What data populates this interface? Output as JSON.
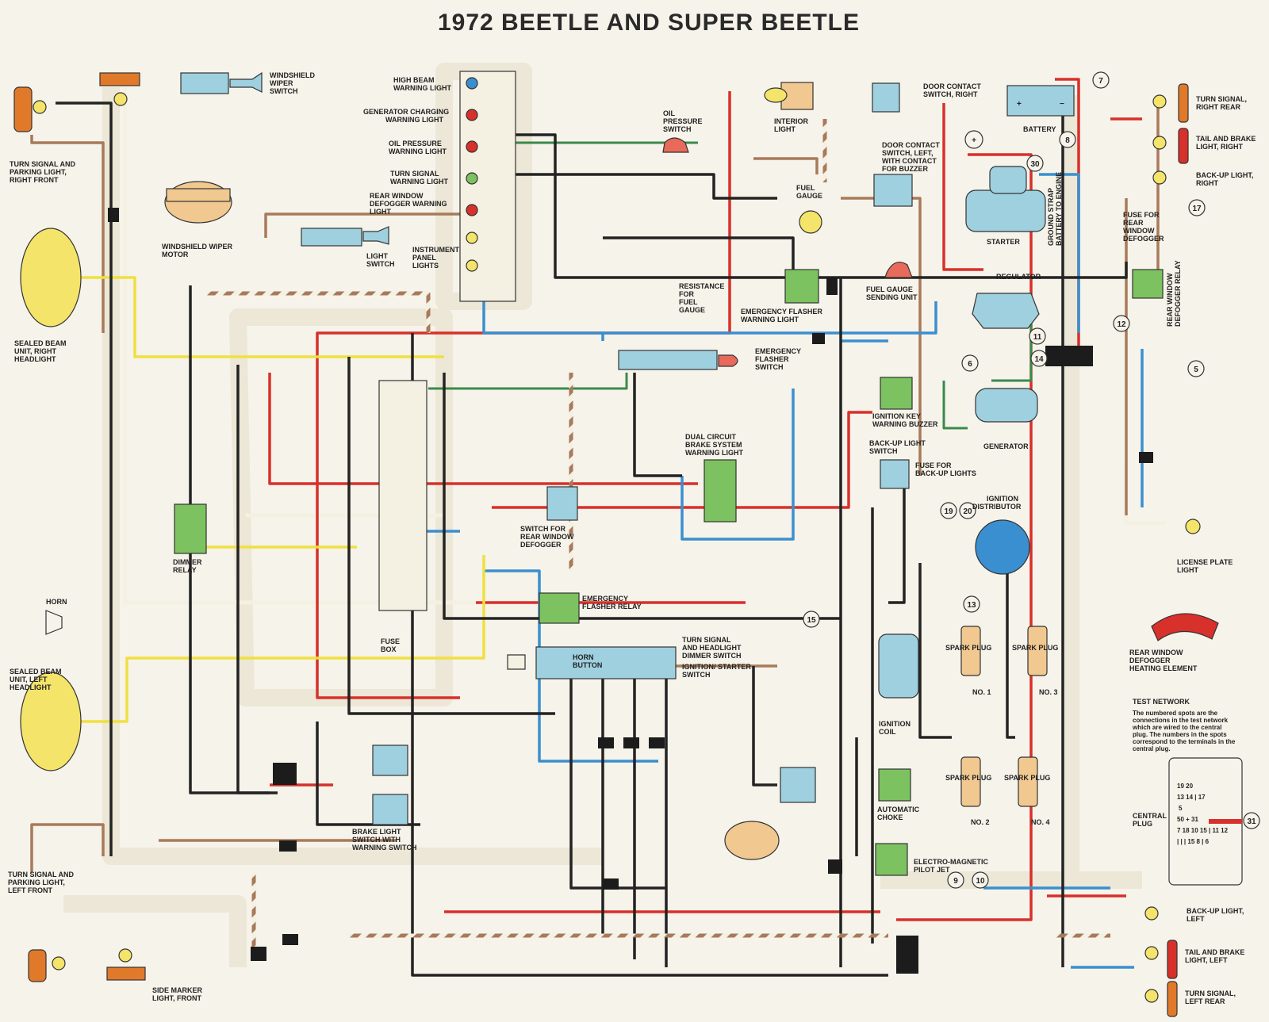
{
  "title": "1972 BEETLE AND SUPER BEETLE",
  "colors": {
    "background": "#f6f3ea",
    "wire_red": "#d8302a",
    "wire_blue": "#3a8fd0",
    "wire_black": "#232323",
    "wire_brown": "#a87a5a",
    "wire_green": "#3a8a4a",
    "wire_yellow": "#f0e040",
    "wire_white": "#f4f0e2",
    "component_blue": "#9fd0e0",
    "component_green": "#7cc260",
    "component_yellow": "#f4e46a",
    "component_tan": "#f0c890"
  },
  "components": [
    {
      "id": "turn-signal-right-front",
      "label": "TURN SIGNAL AND PARKING LIGHT, RIGHT FRONT",
      "lines": [
        "TURN SIGNAL AND",
        "PARKING LIGHT,",
        "RIGHT FRONT"
      ]
    },
    {
      "id": "headlight-right",
      "label": "SEALED BEAM UNIT, RIGHT HEADLIGHT",
      "lines": [
        "SEALED BEAM",
        "UNIT, RIGHT",
        "HEADLIGHT"
      ]
    },
    {
      "id": "windshield-wiper-switch",
      "label": "WINDSHIELD WIPER SWITCH",
      "lines": [
        "WINDSHIELD",
        "WIPER",
        "SWITCH"
      ]
    },
    {
      "id": "windshield-wiper-motor",
      "label": "WINDSHIELD WIPER MOTOR",
      "lines": [
        "WINDSHIELD WIPER",
        "MOTOR"
      ]
    },
    {
      "id": "light-switch",
      "label": "LIGHT SWITCH",
      "lines": [
        "LIGHT",
        "SWITCH"
      ]
    },
    {
      "id": "instrument-panel-lights",
      "label": "INSTRUMENT PANEL LIGHTS",
      "lines": [
        "INSTRUMENT",
        "PANEL",
        "LIGHTS"
      ]
    },
    {
      "id": "high-beam-warning",
      "label": "HIGH BEAM WARNING LIGHT",
      "lines": [
        "HIGH BEAM",
        "WARNING LIGHT"
      ]
    },
    {
      "id": "generator-charging-warning",
      "label": "GENERATOR CHARGING WARNING LIGHT",
      "lines": [
        "GENERATOR CHARGING",
        "WARNING LIGHT"
      ]
    },
    {
      "id": "oil-pressure-warning",
      "label": "OIL PRESSURE WARNING LIGHT",
      "lines": [
        "OIL PRESSURE",
        "WARNING LIGHT"
      ]
    },
    {
      "id": "turn-signal-warning",
      "label": "TURN SIGNAL WARNING LIGHT",
      "lines": [
        "TURN SIGNAL",
        "WARNING LIGHT"
      ]
    },
    {
      "id": "rear-defogger-warning",
      "label": "REAR WINDOW DEFOGGER WARNING LIGHT",
      "lines": [
        "REAR WINDOW",
        "DEFOGGER WARNING",
        "LIGHT"
      ]
    },
    {
      "id": "oil-pressure-switch",
      "label": "OIL PRESSURE SWITCH",
      "lines": [
        "OIL",
        "PRESSURE",
        "SWITCH"
      ]
    },
    {
      "id": "interior-light",
      "label": "INTERIOR LIGHT",
      "lines": [
        "INTERIOR",
        "LIGHT"
      ]
    },
    {
      "id": "door-contact-right",
      "label": "DOOR CONTACT SWITCH, RIGHT",
      "lines": [
        "DOOR CONTACT",
        "SWITCH, RIGHT"
      ]
    },
    {
      "id": "door-contact-left",
      "label": "DOOR CONTACT SWITCH, LEFT, WITH CONTACT FOR BUZZER",
      "lines": [
        "DOOR CONTACT",
        "SWITCH, LEFT,",
        "WITH CONTACT",
        "FOR BUZZER"
      ]
    },
    {
      "id": "fuel-gauge",
      "label": "FUEL GAUGE",
      "lines": [
        "FUEL",
        "GAUGE"
      ]
    },
    {
      "id": "battery",
      "label": "BATTERY",
      "lines": [
        "BATTERY"
      ]
    },
    {
      "id": "starter",
      "label": "STARTER",
      "lines": [
        "STARTER"
      ]
    },
    {
      "id": "ground-strap",
      "label": "GROUND STRAP BATTERY TO ENGINE",
      "lines": [
        "GROUND STRAP",
        "BATTERY TO ENGINE"
      ]
    },
    {
      "id": "turn-signal-right-rear",
      "label": "TURN SIGNAL, RIGHT REAR",
      "lines": [
        "TURN SIGNAL,",
        "RIGHT REAR"
      ]
    },
    {
      "id": "tail-brake-right",
      "label": "TAIL AND BRAKE LIGHT, RIGHT",
      "lines": [
        "TAIL AND BRAKE",
        "LIGHT, RIGHT"
      ]
    },
    {
      "id": "backup-light-right",
      "label": "BACK-UP LIGHT, RIGHT",
      "lines": [
        "BACK-UP LIGHT,",
        "RIGHT"
      ]
    },
    {
      "id": "fuse-rear-defogger",
      "label": "FUSE FOR REAR WINDOW DEFOGGER",
      "lines": [
        "FUSE FOR",
        "REAR",
        "WINDOW",
        "DEFOGGER"
      ]
    },
    {
      "id": "rear-defogger-relay",
      "label": "REAR WINDOW DEFOGGER RELAY",
      "lines": [
        "REAR WINDOW",
        "DEFOGGER RELAY"
      ]
    },
    {
      "id": "resistance-fuel-gauge",
      "label": "RESISTANCE FOR FUEL GAUGE",
      "lines": [
        "RESISTANCE",
        "FOR",
        "FUEL",
        "GAUGE"
      ]
    },
    {
      "id": "fuel-gauge-sending",
      "label": "FUEL GAUGE SENDING UNIT",
      "lines": [
        "FUEL GAUGE",
        "SENDING UNIT"
      ]
    },
    {
      "id": "regulator",
      "label": "REGULATOR",
      "lines": [
        "REGULATOR"
      ]
    },
    {
      "id": "emergency-flasher-warning",
      "label": "EMERGENCY FLASHER WARNING LIGHT",
      "lines": [
        "EMERGENCY FLASHER",
        "WARNING LIGHT"
      ]
    },
    {
      "id": "emergency-flasher-switch",
      "label": "EMERGENCY FLASHER SWITCH",
      "lines": [
        "EMERGENCY",
        "FLASHER",
        "SWITCH"
      ]
    },
    {
      "id": "generator",
      "label": "GENERATOR",
      "lines": [
        "GENERATOR"
      ]
    },
    {
      "id": "ignition-key-buzzer",
      "label": "IGNITION KEY WARNING BUZZER",
      "lines": [
        "IGNITION KEY",
        "WARNING BUZZER"
      ]
    },
    {
      "id": "dual-circuit-brake-warning",
      "label": "DUAL CIRCUIT BRAKE SYSTEM WARNING LIGHT",
      "lines": [
        "DUAL CIRCUIT",
        "BRAKE SYSTEM",
        "WARNING LIGHT"
      ]
    },
    {
      "id": "backup-light-switch",
      "label": "BACK-UP LIGHT SWITCH",
      "lines": [
        "BACK-UP LIGHT",
        "SWITCH"
      ]
    },
    {
      "id": "fuse-backup-lights",
      "label": "FUSE FOR BACK-UP LIGHTS",
      "lines": [
        "FUSE FOR",
        "BACK-UP LIGHTS"
      ]
    },
    {
      "id": "ignition-distributor",
      "label": "IGNITION DISTRIBUTOR",
      "lines": [
        "IGNITION",
        "DISTRIBUTOR"
      ]
    },
    {
      "id": "license-plate-light",
      "label": "LICENSE PLATE LIGHT",
      "lines": [
        "LICENSE PLATE",
        "LIGHT"
      ]
    },
    {
      "id": "switch-rear-defogger",
      "label": "SWITCH FOR REAR WINDOW DEFOGGER",
      "lines": [
        "SWITCH FOR",
        "REAR WINDOW",
        "DEFOGGER"
      ]
    },
    {
      "id": "dimmer-relay",
      "label": "DIMMER RELAY",
      "lines": [
        "DIMMER",
        "RELAY"
      ]
    },
    {
      "id": "horn",
      "label": "HORN",
      "lines": [
        "HORN"
      ]
    },
    {
      "id": "headlight-left",
      "label": "SEALED BEAM UNIT, LEFT HEADLIGHT",
      "lines": [
        "SEALED BEAM",
        "UNIT, LEFT",
        "HEADLIGHT"
      ]
    },
    {
      "id": "emergency-flasher-relay",
      "label": "EMERGENCY FLASHER RELAY",
      "lines": [
        "EMERGENCY",
        "FLASHER RELAY"
      ]
    },
    {
      "id": "fuse-box",
      "label": "FUSE BOX",
      "lines": [
        "FUSE",
        "BOX"
      ]
    },
    {
      "id": "horn-button",
      "label": "HORN BUTTON",
      "lines": [
        "HORN",
        "BUTTON"
      ]
    },
    {
      "id": "turn-signal-dimmer-switch",
      "label": "TURN SIGNAL AND HEADLIGHT DIMMER SWITCH",
      "lines": [
        "TURN SIGNAL",
        "AND HEADLIGHT",
        "DIMMER SWITCH"
      ]
    },
    {
      "id": "ignition-starter-switch",
      "label": "IGNITION/STARTER SWITCH",
      "lines": [
        "IGNITION/ STARTER",
        "SWITCH"
      ]
    },
    {
      "id": "ignition-coil",
      "label": "IGNITION COIL",
      "lines": [
        "IGNITION",
        "COIL"
      ]
    },
    {
      "id": "spark-plug-1",
      "label": "SPARK PLUG NO. 1",
      "lines": [
        "SPARK PLUG"
      ],
      "number": "NO. 1"
    },
    {
      "id": "spark-plug-3",
      "label": "SPARK PLUG NO. 3",
      "lines": [
        "SPARK PLUG"
      ],
      "number": "NO. 3"
    },
    {
      "id": "spark-plug-2",
      "label": "SPARK PLUG NO. 2",
      "lines": [
        "SPARK PLUG"
      ],
      "number": "NO. 2"
    },
    {
      "id": "spark-plug-4",
      "label": "SPARK PLUG NO. 4",
      "lines": [
        "SPARK PLUG"
      ],
      "number": "NO. 4"
    },
    {
      "id": "rear-defogger-element",
      "label": "REAR WINDOW DEFOGGER HEATING ELEMENT",
      "lines": [
        "REAR WINDOW",
        "DEFOGGER",
        "HEATING ELEMENT"
      ]
    },
    {
      "id": "brake-light-switch",
      "label": "BRAKE LIGHT SWITCH WITH WARNING SWITCH",
      "lines": [
        "BRAKE LIGHT",
        "SWITCH WITH",
        "WARNING SWITCH"
      ]
    },
    {
      "id": "automatic-choke",
      "label": "AUTOMATIC CHOKE",
      "lines": [
        "AUTOMATIC",
        "CHOKE"
      ]
    },
    {
      "id": "pilot-jet",
      "label": "ELECTRO-MAGNETIC PILOT JET",
      "lines": [
        "ELECTRO-MAGNETIC",
        "PILOT JET"
      ]
    },
    {
      "id": "turn-signal-left-front",
      "label": "TURN SIGNAL AND PARKING LIGHT, LEFT FRONT",
      "lines": [
        "TURN SIGNAL AND",
        "PARKING LIGHT,",
        "LEFT FRONT"
      ]
    },
    {
      "id": "side-marker-front",
      "label": "SIDE MARKER LIGHT, FRONT",
      "lines": [
        "SIDE MARKER",
        "LIGHT, FRONT"
      ]
    },
    {
      "id": "backup-light-left",
      "label": "BACK-UP LIGHT, LEFT",
      "lines": [
        "BACK-UP LIGHT,",
        "LEFT"
      ]
    },
    {
      "id": "tail-brake-left",
      "label": "TAIL AND BRAKE LIGHT, LEFT",
      "lines": [
        "TAIL AND BRAKE",
        "LIGHT, LEFT"
      ]
    },
    {
      "id": "turn-signal-left-rear",
      "label": "TURN SIGNAL, LEFT REAR",
      "lines": [
        "TURN SIGNAL,",
        "LEFT REAR"
      ]
    },
    {
      "id": "central-plug",
      "label": "CENTRAL PLUG",
      "lines": [
        "CENTRAL",
        "PLUG"
      ]
    }
  ],
  "test_network": {
    "heading": "TEST NETWORK",
    "lines": [
      "The numbered spots are the",
      "connections in the test network",
      "which are wired to the central",
      "plug. The numbers in the spots",
      "correspond to the terminals in the",
      "central plug."
    ]
  },
  "central_plug_pins": [
    "19 20",
    "13 14 | 17",
    "5",
    "50 + 31",
    "7 18 10 15 | 11 12",
    "| | | 15 8 | 6"
  ],
  "test_points": [
    "7",
    "8",
    "17",
    "30",
    "11",
    "12",
    "14",
    "6",
    "5",
    "19",
    "20",
    "13",
    "15",
    "9",
    "10",
    "31"
  ],
  "battery_terminals": [
    "+",
    "−"
  ],
  "starter_terminals": [
    "+"
  ]
}
